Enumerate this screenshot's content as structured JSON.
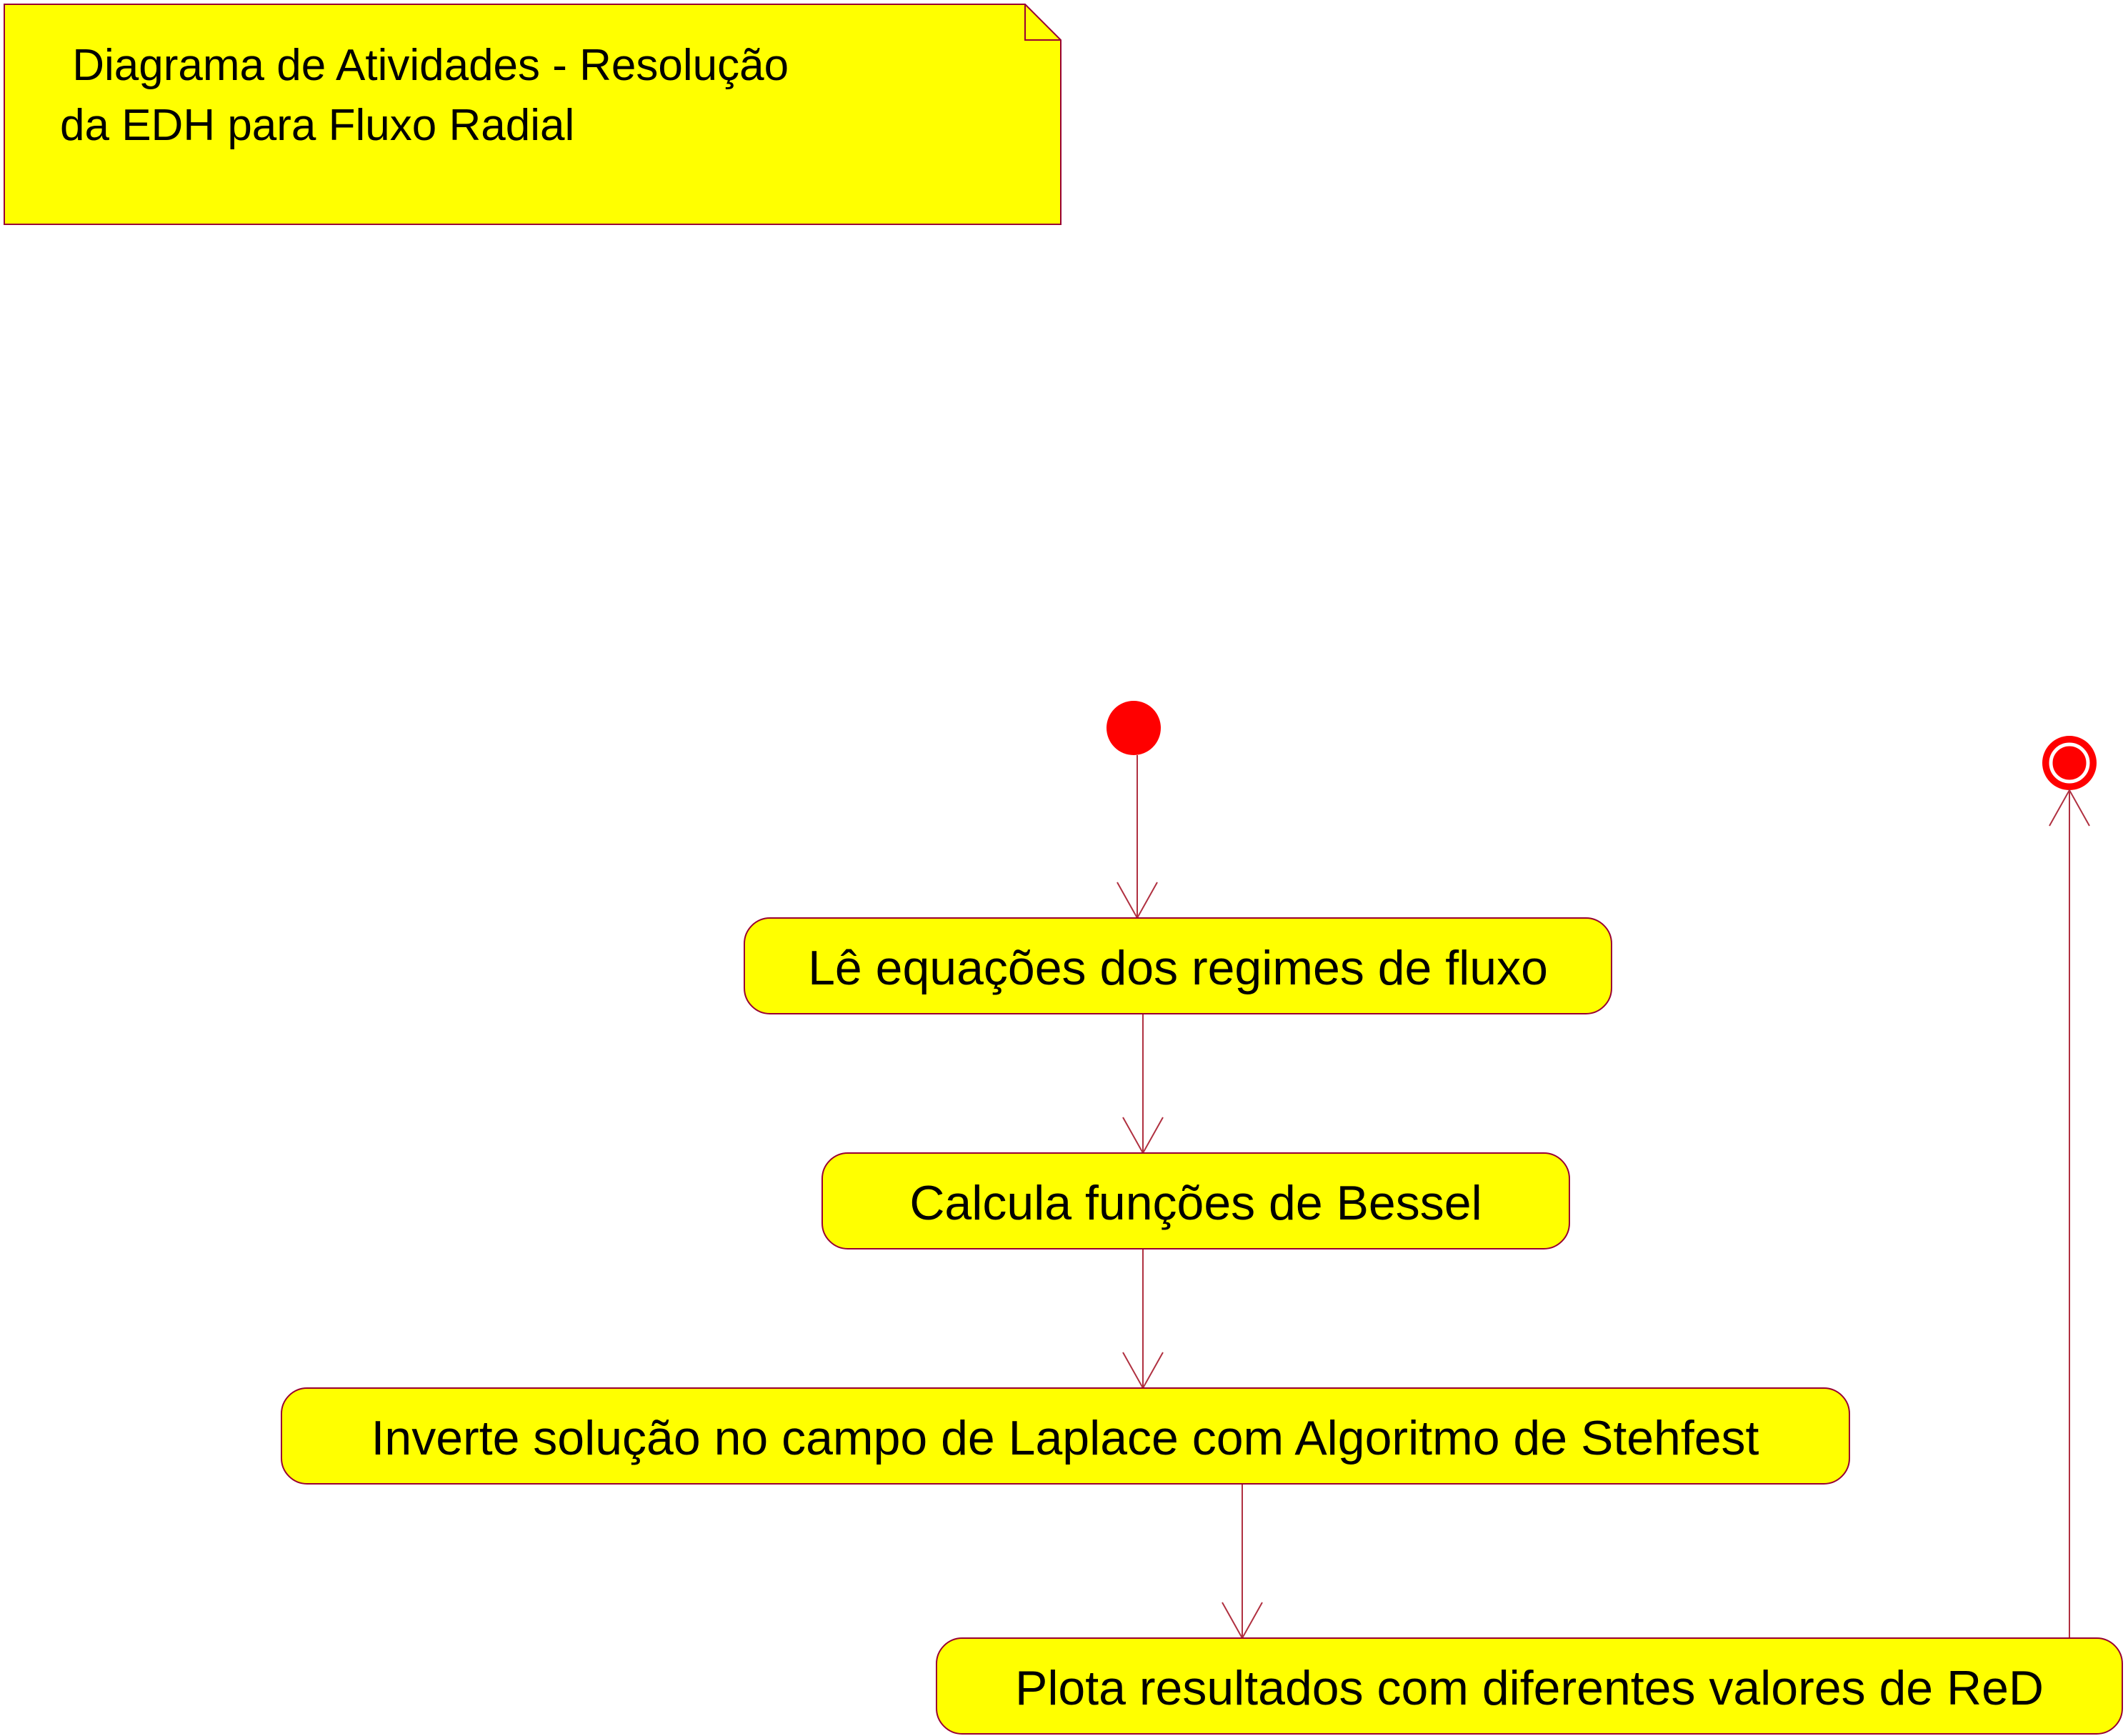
{
  "note": {
    "lines": [
      " Diagrama de Atividades - Resolução",
      "da EDH para Fluxo Radial"
    ]
  },
  "activities": [
    "Lê equações dos regimes de fluxo",
    "Calcula funções de Bessel",
    "Inverte solução no campo de Laplace com Algoritmo de Stehfest",
    "Plota resultados com diferentes valores de ReD"
  ],
  "colors": {
    "fill": "#ffff00",
    "border": "#990033",
    "node": "#ff0000",
    "line": "#b03040"
  }
}
